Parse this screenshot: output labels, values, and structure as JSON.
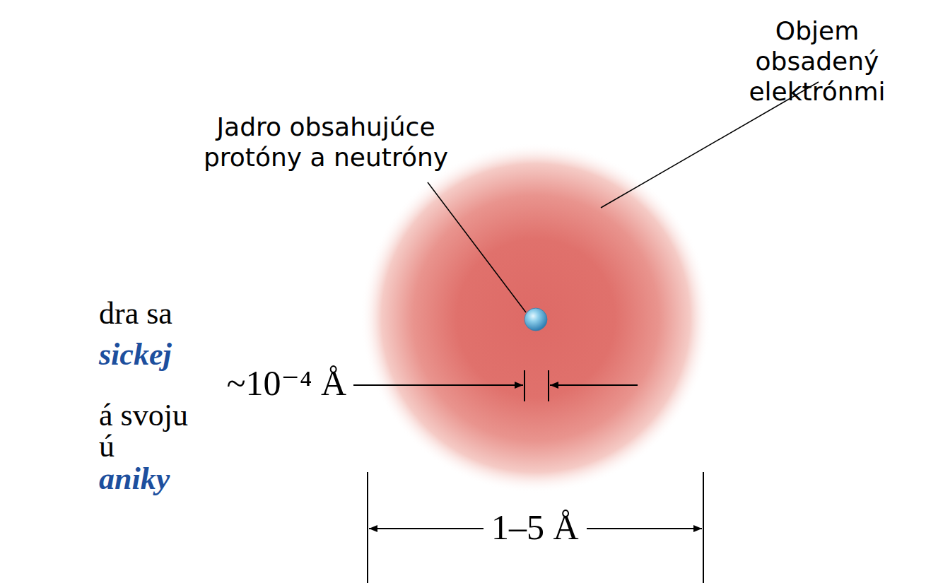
{
  "diagram": {
    "labels": [
      "Objem obsadený elektrónmi",
      "Jadro obsahujúce protóny a neutróny",
      "dra sa",
      "sickej",
      "á svoju",
      "ú",
      "aniky",
      "~10⁻⁴ Å",
      "1–5 Å"
    ]
  }
}
